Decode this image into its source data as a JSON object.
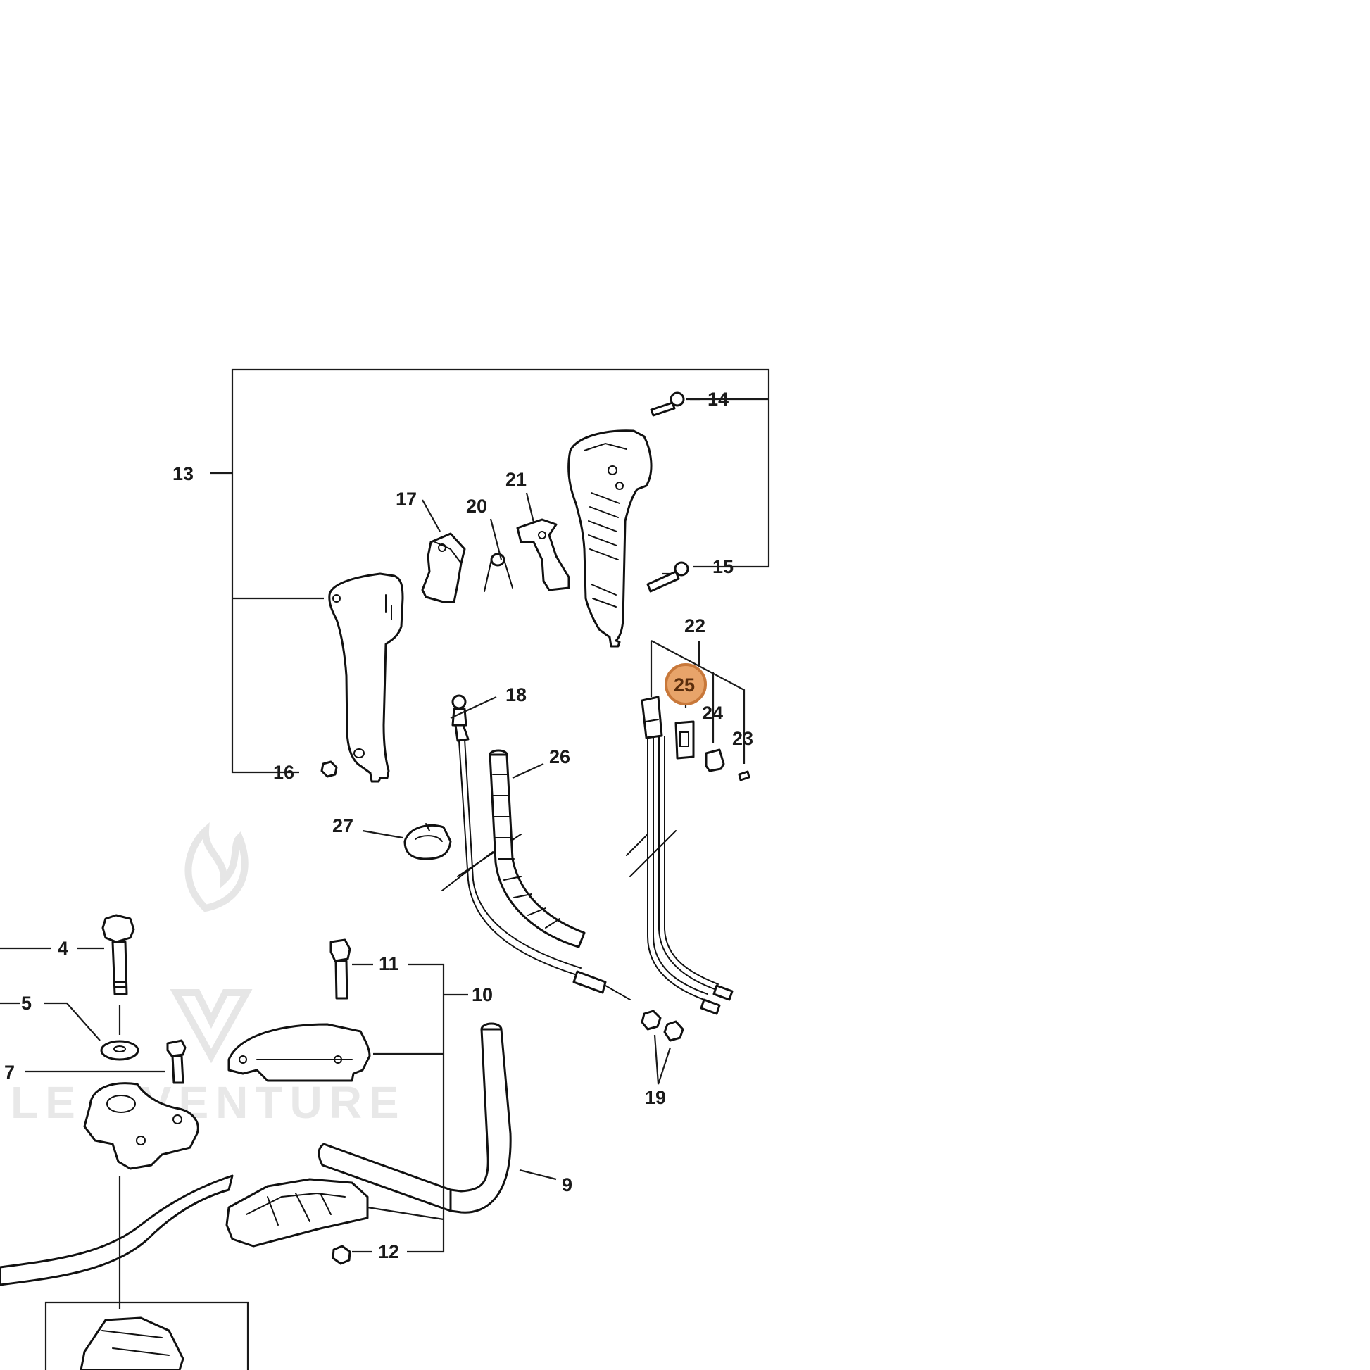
{
  "watermark": {
    "text": "LE DVENTURE"
  },
  "colors": {
    "highlight_fill": "#e8a46a",
    "highlight_stroke": "#c8783a",
    "line": "#1a1a1a"
  },
  "highlighted_callout": "25",
  "callouts": {
    "c4": "4",
    "c5": "5",
    "c7": "7",
    "c9": "9",
    "c10": "10",
    "c11": "11",
    "c12": "12",
    "c13": "13",
    "c14": "14",
    "c15": "15",
    "c16": "16",
    "c17": "17",
    "c18": "18",
    "c19": "19",
    "c20": "20",
    "c21": "21",
    "c22": "22",
    "c23": "23",
    "c24": "24",
    "c25": "25",
    "c26": "26",
    "c27": "27"
  }
}
